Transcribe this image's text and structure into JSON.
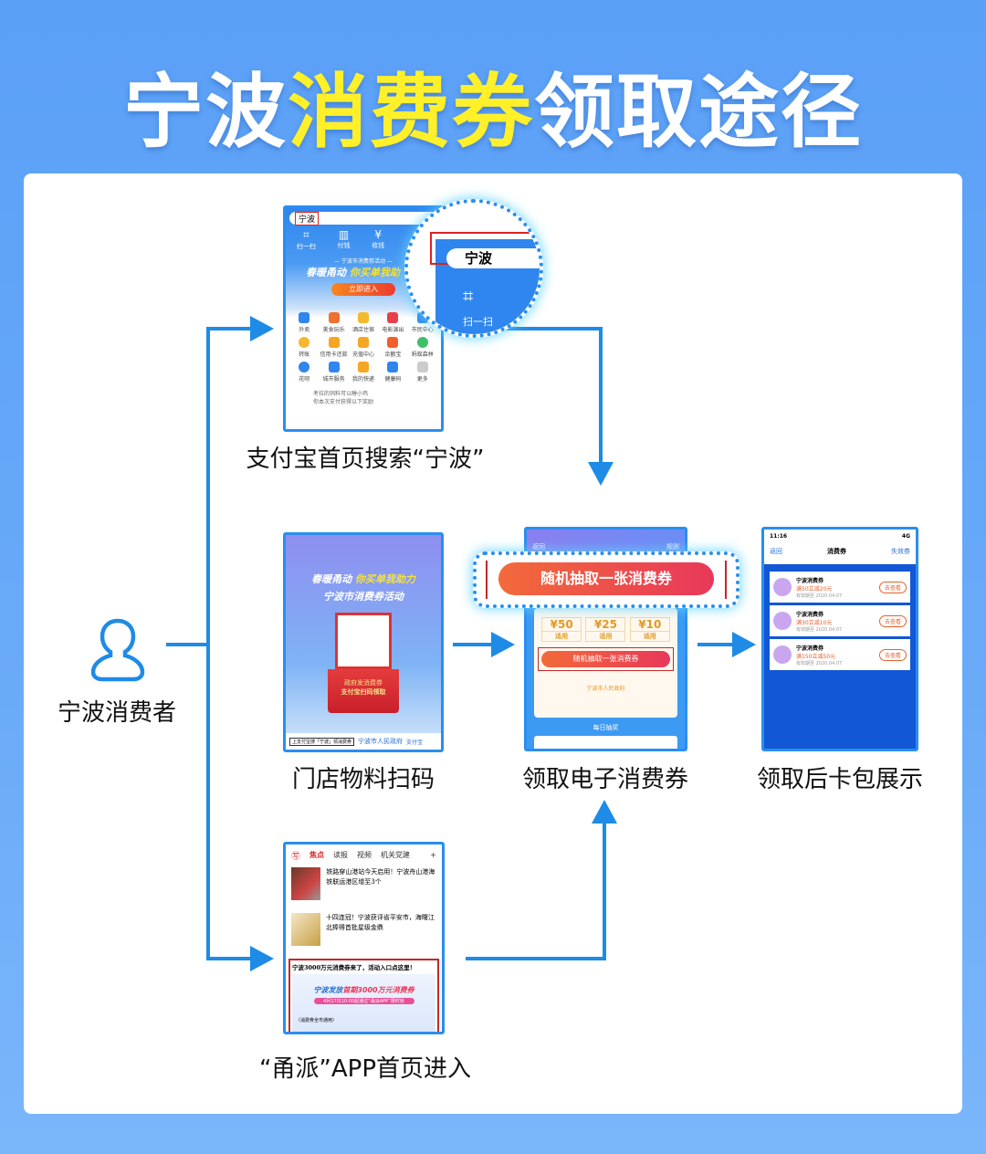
{
  "title": {
    "part1": "宁波",
    "highlight": "消费券",
    "part2": "领取途径"
  },
  "consumer": {
    "label": "宁波消费者",
    "icon": "user-icon"
  },
  "alipay": {
    "search_value": "宁波",
    "actions": [
      "扫一扫",
      "付钱",
      "收钱"
    ],
    "banner_sub": "— 宁波市消费券活动 —",
    "banner_title": "春暖甬动",
    "banner_title2": "你买单我助",
    "banner_button": "立即进入",
    "apps": [
      "外卖",
      "美食玩乐",
      "酒店住宿",
      "电影演出",
      "市民中心",
      "转账",
      "信用卡还款",
      "充值中心",
      "余额宝",
      "蚂蚁森林",
      "花呗",
      "城市服务",
      "我的快递",
      "健康码",
      "更多"
    ],
    "notice1": "考拉的饲料可以睡小鸡",
    "notice2": "你本次支付获得以下奖励",
    "magnified_search": "宁波",
    "magnified_action": "扫一扫",
    "caption": "支付宝首页搜索“宁波”"
  },
  "poster": {
    "headline1": "春暖甬动",
    "headline1b": "你买单我助力",
    "headline2": "宁波市消费券活动",
    "envelope1": "政府发消费券",
    "envelope2": "支付宝扫码领取",
    "footer_search": "上支付宝搜「宁波」领消费券",
    "footer_org": "宁波市人民政府",
    "footer_brand": "支付宝",
    "caption": "门店物料扫码"
  },
  "coupon_page": {
    "back": "返回",
    "share": "规则",
    "highlight_button": "随机抽取一张消费券",
    "amounts": [
      "¥50",
      "¥25",
      "¥10"
    ],
    "use": [
      "适用",
      "适用",
      "适用"
    ],
    "button": "随机抽取一张消费券",
    "org": "宁波市人民政府",
    "daily": "每日抽奖",
    "caption": "领取电子消费券"
  },
  "wallet": {
    "time": "11:16",
    "signal": "4G",
    "back": "返回",
    "title": "消费券",
    "expired": "失效券",
    "items": [
      {
        "name": "宁波消费券",
        "rule": "满50立减20元",
        "date": "有效期至 2020.04.07",
        "button": "去查看"
      },
      {
        "name": "宁波消费券",
        "rule": "满30立减10元",
        "date": "有效期至 2020.04.07",
        "button": "去查看"
      },
      {
        "name": "宁波消费券",
        "rule": "满150立减50元",
        "date": "有效期至 2020.04.07",
        "button": "去查看"
      }
    ],
    "caption": "领取后卡包展示"
  },
  "news_app": {
    "tabs": [
      "焦点",
      "读报",
      "视频",
      "机关党建"
    ],
    "news": [
      {
        "title": "铁路穿山港站今天启用！宁波舟山港海铁联运港区增至3个"
      },
      {
        "title": "十四连冠！宁波获评省平安市，海曙江北捧得首批星级金鼎"
      }
    ],
    "promo_title": "宁波3000万元消费券来了，活动入口点这里！",
    "banner_a": "宁波发放",
    "banner_b": "首期3000万元消费券",
    "banner_date": "4月17日10:00起通过“甬派APP”限时抢",
    "banner_note": "（消费券全市通用）",
    "caption": "“甬派”APP首页进入"
  },
  "colors": {
    "accent": "#1e8be6",
    "title_highlight": "#fff02a",
    "red": "#e8353b"
  }
}
